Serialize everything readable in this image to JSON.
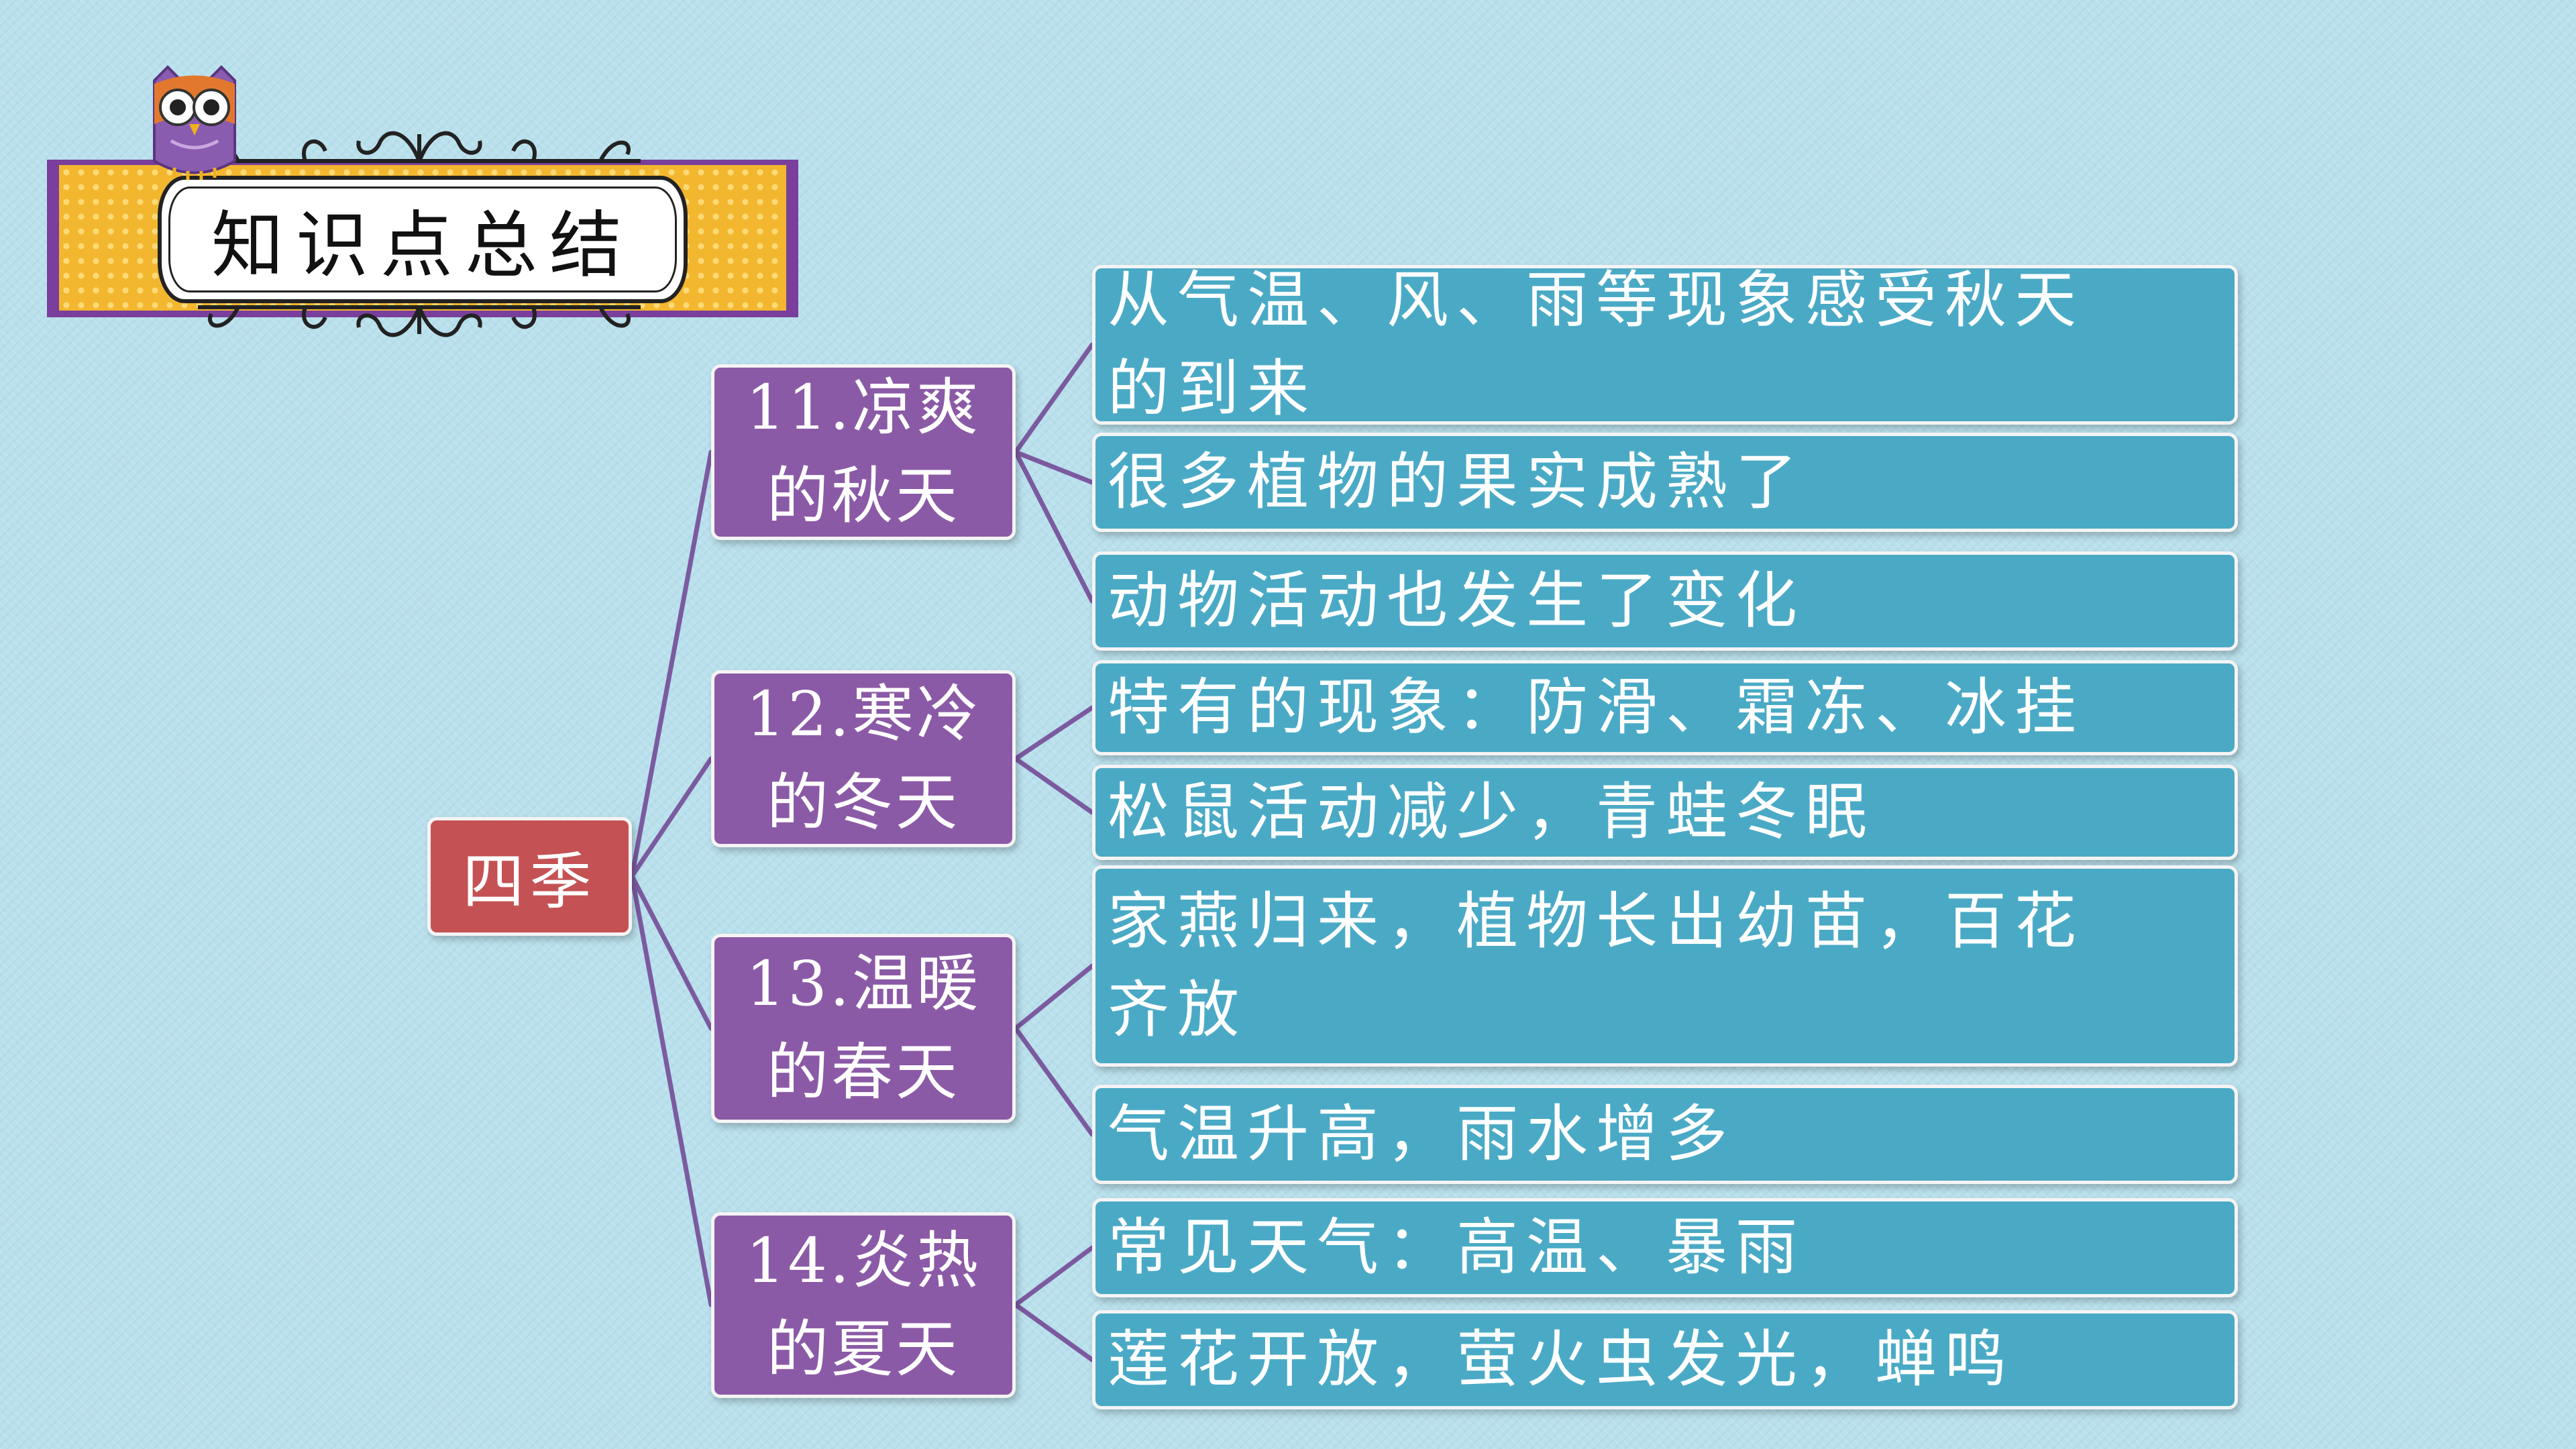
{
  "title": "知识点总结",
  "root": "四季",
  "colors": {
    "background": "#b9e0ec",
    "root_fill": "#c45254",
    "topic_fill": "#8b5aa6",
    "leaf_fill": "#4aaac6",
    "connector": "#7b5aa0",
    "banner_band": "#f3b62f",
    "banner_border": "#7a3f9c"
  },
  "topics": [
    {
      "label_lines": [
        "11.凉爽",
        "的秋天"
      ],
      "items": [
        {
          "lines": [
            "从气温、风、雨等现象感受秋天",
            "的到来"
          ]
        },
        {
          "lines": [
            "很多植物的果实成熟了"
          ]
        },
        {
          "lines": [
            "动物活动也发生了变化"
          ]
        }
      ]
    },
    {
      "label_lines": [
        "12.寒冷",
        "的冬天"
      ],
      "items": [
        {
          "lines": [
            "特有的现象：防滑、霜冻、冰挂"
          ]
        },
        {
          "lines": [
            "松鼠活动减少，青蛙冬眠"
          ]
        }
      ]
    },
    {
      "label_lines": [
        "13.温暖",
        "的春天"
      ],
      "items": [
        {
          "lines": [
            "家燕归来，植物长出幼苗，百花",
            "齐放"
          ]
        },
        {
          "lines": [
            "气温升高，雨水增多"
          ]
        }
      ]
    },
    {
      "label_lines": [
        "14.炎热",
        "的夏天"
      ],
      "items": [
        {
          "lines": [
            "常见天气：高温、暴雨"
          ]
        },
        {
          "lines": [
            "莲花开放，萤火虫发光，蝉鸣"
          ]
        }
      ]
    }
  ]
}
